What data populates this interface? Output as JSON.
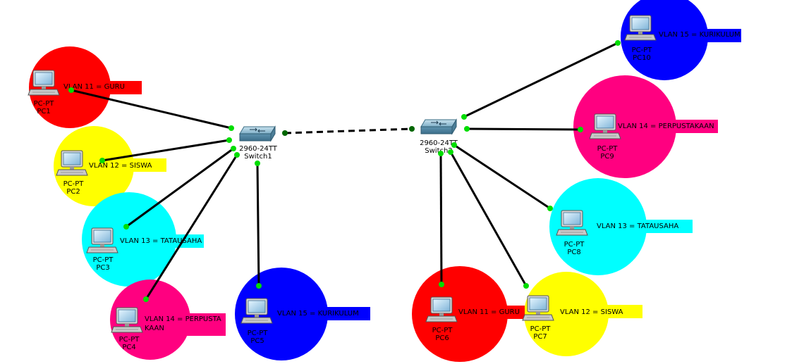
{
  "switches": [
    {
      "id": "switch1",
      "model": "2960-24TT",
      "name": "Switch1"
    },
    {
      "id": "switch2",
      "model": "2960-24TT",
      "name": "Switch2"
    }
  ],
  "pcs": [
    {
      "id": "pc1",
      "type": "PC-PT",
      "name": "PC1",
      "vlan_lines": [
        "VLAN 11 = GURU"
      ],
      "color": "#ff0000",
      "label_color": "#ff0000"
    },
    {
      "id": "pc2",
      "type": "PC-PT",
      "name": "PC2",
      "vlan_lines": [
        "VLAN 12 = SISWA"
      ],
      "color": "#ffff00",
      "label_color": "#ffff00"
    },
    {
      "id": "pc3",
      "type": "PC-PT",
      "name": "PC3",
      "vlan_lines": [
        "VLAN 13 = TATAUSAHA"
      ],
      "color": "#00ffff",
      "label_color": "#00ffff"
    },
    {
      "id": "pc4",
      "type": "PC-PT",
      "name": "PC4",
      "vlan_lines": [
        "VLAN 14 = PERPUSTA",
        "KAAN"
      ],
      "color": "#ff0080",
      "label_color": "#ff0080"
    },
    {
      "id": "pc5",
      "type": "PC-PT",
      "name": "PC5",
      "vlan_lines": [
        "VLAN 15 = KURIKULUM"
      ],
      "color": "#0000ff",
      "label_color": "#0000ff"
    },
    {
      "id": "pc6",
      "type": "PC-PT",
      "name": "PC6",
      "vlan_lines": [
        "VLAN 11 = GURU"
      ],
      "color": "#ff0000",
      "label_color": "#ff0000"
    },
    {
      "id": "pc7",
      "type": "PC-PT",
      "name": "PC7",
      "vlan_lines": [
        "VLAN 12 = SISWA"
      ],
      "color": "#ffff00",
      "label_color": "#ffff00"
    },
    {
      "id": "pc8",
      "type": "PC-PT",
      "name": "PC8",
      "vlan_lines": [
        "VLAN 13 = TATAUSAHA"
      ],
      "color": "#00ffff",
      "label_color": "#00ffff"
    },
    {
      "id": "pc9",
      "type": "PC-PT",
      "name": "PC9",
      "vlan_lines": [
        "VLAN 14 = PERPUSTAKAAN"
      ],
      "color": "#ff0080",
      "label_color": "#ff0080"
    },
    {
      "id": "pc10",
      "type": "PC-PT",
      "name": "PC10",
      "vlan_lines": [
        "VLAN 15 = KURIKULUM"
      ],
      "color": "#0000ff",
      "label_color": "#0000ff"
    }
  ],
  "links": [
    {
      "from": "switch1",
      "to": "pc1",
      "style": "solid"
    },
    {
      "from": "switch1",
      "to": "pc2",
      "style": "solid"
    },
    {
      "from": "switch1",
      "to": "pc3",
      "style": "solid"
    },
    {
      "from": "switch1",
      "to": "pc4",
      "style": "solid"
    },
    {
      "from": "switch1",
      "to": "pc5",
      "style": "solid"
    },
    {
      "from": "switch2",
      "to": "pc6",
      "style": "solid"
    },
    {
      "from": "switch2",
      "to": "pc7",
      "style": "solid"
    },
    {
      "from": "switch2",
      "to": "pc8",
      "style": "solid"
    },
    {
      "from": "switch2",
      "to": "pc9",
      "style": "solid"
    },
    {
      "from": "switch2",
      "to": "pc10",
      "style": "solid"
    },
    {
      "from": "switch1",
      "to": "switch2",
      "style": "dashed"
    }
  ],
  "colors": {
    "link": "#000000",
    "port_up": "#00dd00",
    "trunk_port": "#006600"
  }
}
